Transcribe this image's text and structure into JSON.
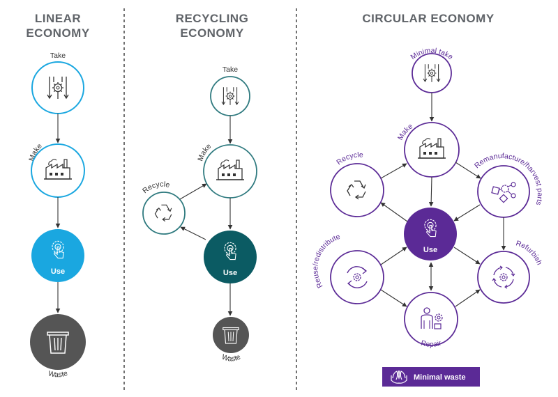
{
  "linear": {
    "title_line1": "LINEAR",
    "title_line2": "ECONOMY",
    "take": "Take",
    "make": "Make",
    "use": "Use",
    "waste": "Waste"
  },
  "recycling": {
    "title_line1": "RECYCLING",
    "title_line2": "ECONOMY",
    "take": "Take",
    "make": "Make",
    "recycle": "Recycle",
    "use": "Use",
    "waste": "Waste"
  },
  "circular": {
    "title": "CIRCULAR ECONOMY",
    "minimal_take": "Minimal take",
    "make": "Make",
    "recycle": "Recycle",
    "remanufacture": "Remanufacture/harvest parts",
    "use": "Use",
    "reuse": "Reuse/redistribute",
    "refurbish": "Refurbish",
    "repair": "Repair",
    "minimal_waste": "Minimal waste"
  },
  "colors": {
    "blue": "#1aa7e0",
    "teal": "#0b5b63",
    "teal_ring": "#2f7a7f",
    "purple": "#5b2a96",
    "gray": "#555555",
    "icon": "#333333"
  }
}
